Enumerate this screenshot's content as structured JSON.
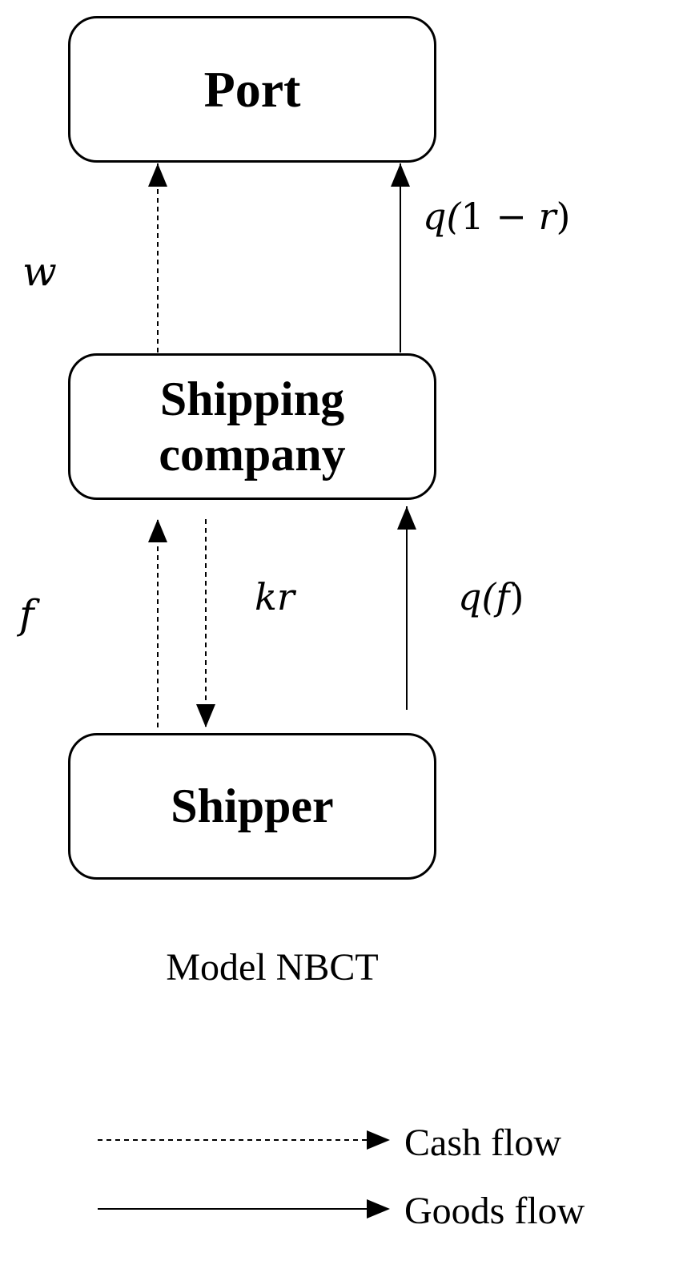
{
  "nodes": {
    "port": "Port",
    "shipping_line1": "Shipping",
    "shipping_line2": "company",
    "shipper": "Shipper"
  },
  "edges": {
    "w": "w",
    "q_one_minus_r_prefix": "q(",
    "q_one_minus_r_middle": "1 − ",
    "q_one_minus_r_var": "r",
    "q_one_minus_r_suffix": ")",
    "f": "f",
    "kr": "kr",
    "q_f_prefix": "q(",
    "q_f_var": "f",
    "q_f_suffix": ")"
  },
  "caption": "Model NBCT",
  "legend": {
    "cash_flow": "Cash flow",
    "goods_flow": "Goods flow"
  }
}
